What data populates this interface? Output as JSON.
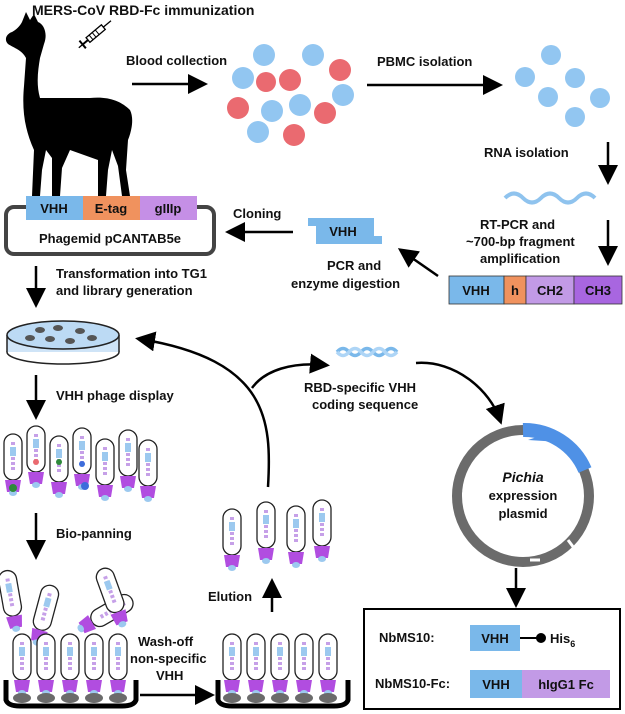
{
  "labels": {
    "immunization": "MERS-CoV RBD-Fc immunization",
    "blood": "Blood collection",
    "pbmc": "PBMC isolation",
    "rna": "RNA isolation",
    "rtpcr_1": "RT-PCR and",
    "rtpcr_2": "~700-bp fragment",
    "rtpcr_3": "amplification",
    "pcr_1": "PCR and",
    "pcr_2": "enzyme digestion",
    "cloning": "Cloning",
    "transform_1": "Transformation into TG1",
    "transform_2": "and library generation",
    "phage_display": "VHH phage display",
    "biopanning": "Bio-panning",
    "wash_1": "Wash-off",
    "wash_2": "non-specific",
    "wash_3": "VHH",
    "elution": "Elution",
    "rbd_1": "RBD-specific VHH",
    "rbd_2": "coding sequence",
    "pichia": "Pichia",
    "expression": "expression",
    "plasmid": "plasmid"
  },
  "phagemid": {
    "seg_vhh": "VHH",
    "seg_etag": "E-tag",
    "seg_giii": "gIIIp",
    "name": "Phagemid pCANTAB5e"
  },
  "vhh_fragment": "VHH",
  "hcab": {
    "seg_vhh": "VHH",
    "seg_h": "h",
    "seg_ch2": "CH2",
    "seg_ch3": "CH3"
  },
  "products": {
    "nb1_label": "NbMS10:",
    "nb1_vhh": "VHH",
    "nb1_tag": "His",
    "nb1_tag_sub": "6",
    "nb2_label": "NbMS10-Fc:",
    "nb2_vhh": "VHH",
    "nb2_fc": "hIgG1 Fc"
  },
  "colors": {
    "vhh": "#7ab8ea",
    "etag": "#f0925e",
    "giii": "#c58fe6",
    "ch": "#b589e0",
    "ch3": "#a76be0",
    "red_cell": "#ea6a70",
    "blue_cell": "#92c6f1",
    "phage_head": "#b14de0",
    "gray": "#6b6b6b"
  }
}
